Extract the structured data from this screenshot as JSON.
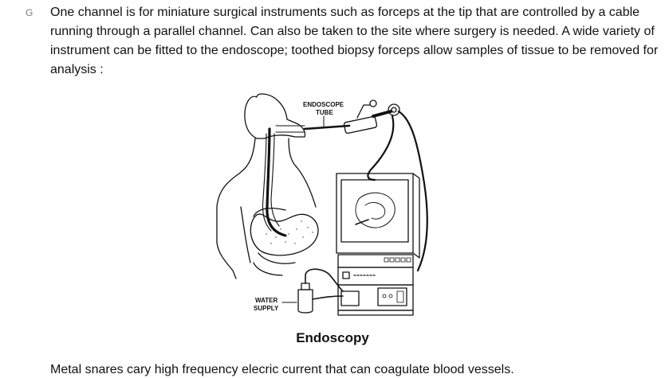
{
  "document": {
    "bullet_glyph": "G",
    "paragraph": "One channel is for miniature surgical instruments such as forceps at the tip that are controlled by a cable running through a parallel channel. Can also be taken to the site where surgery is needed. A wide variety of instrument can be fitted to the endoscope; toothed biopsy forceps allow samples of tissue to be removed for analysis :",
    "figure": {
      "label_endoscope": "ENDOSCOPE",
      "label_tube": "TUBE",
      "label_water": "WATER",
      "label_supply": "SUPPLY",
      "caption": "Endoscopy"
    },
    "footer_text": "Metal snares cary high frequency elecric current that can coagulate blood vessels."
  }
}
